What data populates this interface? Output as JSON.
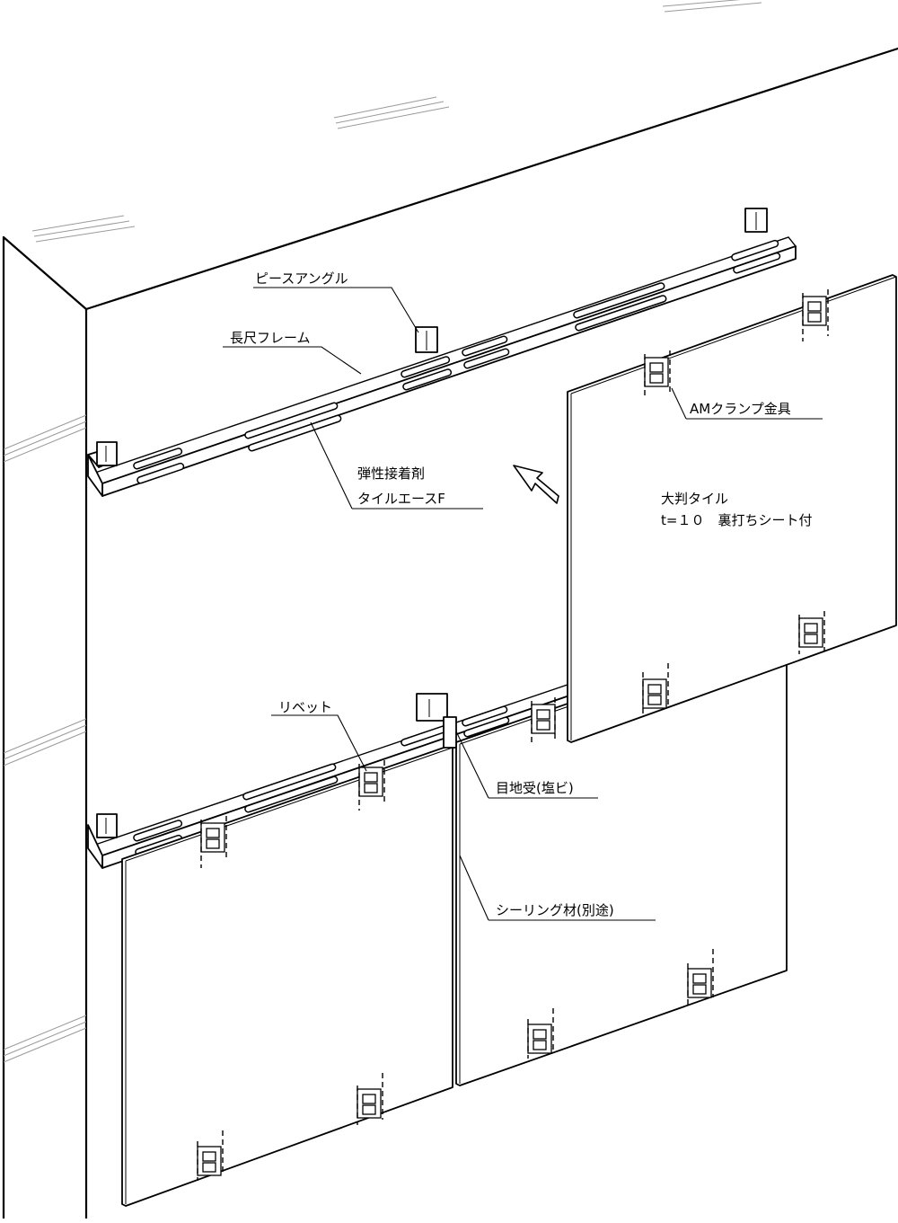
{
  "labels": {
    "piece_angle": "ピースアングル",
    "long_frame": "長尺フレーム",
    "adhesive_line1": "弾性接着剤",
    "adhesive_line2": "タイルエースF",
    "am_clamp": "AMクランプ金具",
    "large_tile_line1": "大判タイル",
    "large_tile_line2": "t=１０　裏打ちシート付",
    "rivet": "リベット",
    "joint_backer": "目地受(塩ビ)",
    "sealant": "シーリング材(別途)"
  },
  "icons": {
    "install_arrow": "install-direction-arrow"
  }
}
